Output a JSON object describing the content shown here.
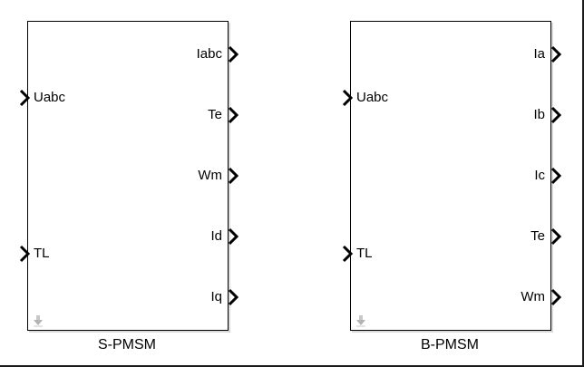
{
  "blocks": [
    {
      "name": "S-PMSM",
      "inputs": [
        "Uabc",
        "TL"
      ],
      "outputs": [
        "Iabc",
        "Te",
        "Wm",
        "Id",
        "Iq"
      ]
    },
    {
      "name": "B-PMSM",
      "inputs": [
        "Uabc",
        "TL"
      ],
      "outputs": [
        "Ia",
        "Ib",
        "Ic",
        "Te",
        "Wm"
      ]
    }
  ],
  "icons": {
    "port_arrow": "chevron-right-icon",
    "down_arrow": "down-arrow-icon"
  },
  "colors": {
    "stroke": "#000000",
    "shadow": "#d9d9d9",
    "icon_gray": "#b3b3b3"
  }
}
